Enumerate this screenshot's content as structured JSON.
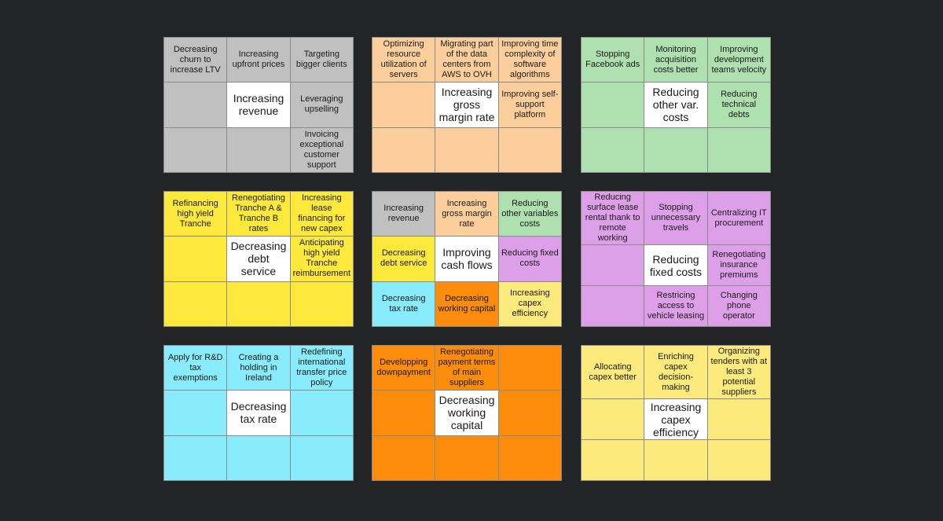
{
  "colors": {
    "background": "#222426",
    "grey": "#c0c0c0",
    "peach": "#fcce9c",
    "green": "#aee0b0",
    "yellow": "#fde83c",
    "violet": "#dda0e8",
    "cyan": "#88ecfc",
    "orange": "#fb8c0c",
    "light_yellow": "#fcea7c",
    "center": "#ffffff"
  },
  "grids": [
    {
      "id": "increasing-revenue",
      "color": "grey",
      "cells": [
        {
          "text": "Decreasing churn to increase LTV",
          "color": "grey"
        },
        {
          "text": "Increasing upfront prices",
          "color": "grey"
        },
        {
          "text": "Targeting bigger clients",
          "color": "grey"
        },
        {
          "text": "",
          "color": "grey"
        },
        {
          "text": "Increasing revenue",
          "color": "center"
        },
        {
          "text": "Leveraging upselling",
          "color": "grey"
        },
        {
          "text": "",
          "color": "grey"
        },
        {
          "text": "",
          "color": "grey"
        },
        {
          "text": "Invoicing exceptional customer support",
          "color": "grey"
        }
      ]
    },
    {
      "id": "increasing-gross-margin-rate",
      "color": "peach",
      "cells": [
        {
          "text": "Optimizing resource utilization of servers",
          "color": "peach"
        },
        {
          "text": "Migrating part of the data centers from AWS to OVH",
          "color": "peach"
        },
        {
          "text": "Improving time complexity of software algorithms",
          "color": "peach"
        },
        {
          "text": "",
          "color": "peach"
        },
        {
          "text": "Increasing gross margin rate",
          "color": "center"
        },
        {
          "text": "Improving self-support platform",
          "color": "peach"
        },
        {
          "text": "",
          "color": "peach"
        },
        {
          "text": "",
          "color": "peach"
        },
        {
          "text": "",
          "color": "peach"
        }
      ]
    },
    {
      "id": "reducing-other-var-costs",
      "color": "green",
      "cells": [
        {
          "text": "Stopping Facebook ads",
          "color": "green"
        },
        {
          "text": "Monitoring acquisition costs better",
          "color": "green"
        },
        {
          "text": "Improving development teams velocity",
          "color": "green"
        },
        {
          "text": "",
          "color": "green"
        },
        {
          "text": "Reducing other var. costs",
          "color": "center"
        },
        {
          "text": "Reducing technical debts",
          "color": "green"
        },
        {
          "text": "",
          "color": "green"
        },
        {
          "text": "",
          "color": "green"
        },
        {
          "text": "",
          "color": "green"
        }
      ]
    },
    {
      "id": "decreasing-debt-service",
      "color": "yellow",
      "cells": [
        {
          "text": "Refinancing high yield Tranche",
          "color": "yellow"
        },
        {
          "text": "Renegotiating Tranche A & Tranche B rates",
          "color": "yellow"
        },
        {
          "text": "Increasing lease financing for new capex",
          "color": "yellow"
        },
        {
          "text": "",
          "color": "yellow"
        },
        {
          "text": "Decreasing debt service",
          "color": "center"
        },
        {
          "text": "Anticipating high yield Tranche reimbursement",
          "color": "yellow"
        },
        {
          "text": "",
          "color": "yellow"
        },
        {
          "text": "",
          "color": "yellow"
        },
        {
          "text": "",
          "color": "yellow"
        }
      ]
    },
    {
      "id": "improving-cash-flows",
      "color": "mixed",
      "cells": [
        {
          "text": "Increasing revenue",
          "color": "grey"
        },
        {
          "text": "Increasing gross margin rate",
          "color": "peach"
        },
        {
          "text": "Reducing other variables costs",
          "color": "green"
        },
        {
          "text": "Decreasing debt service",
          "color": "yellow"
        },
        {
          "text": "Improving cash flows",
          "color": "center"
        },
        {
          "text": "Reducing fixed costs",
          "color": "violet"
        },
        {
          "text": "Decreasing tax rate",
          "color": "cyan"
        },
        {
          "text": "Decreasing working capital",
          "color": "orange"
        },
        {
          "text": "Increasing capex efficiency",
          "color": "light_yellow"
        }
      ]
    },
    {
      "id": "reducing-fixed-costs",
      "color": "violet",
      "cells": [
        {
          "text": "Reducing surface lease rental thank to remote working",
          "color": "violet"
        },
        {
          "text": "Stopping unnecessary travels",
          "color": "violet"
        },
        {
          "text": "Centralizing IT procurement",
          "color": "violet"
        },
        {
          "text": "",
          "color": "violet"
        },
        {
          "text": "Reducing fixed costs",
          "color": "center"
        },
        {
          "text": "Renegotiating insurance premiums",
          "color": "violet"
        },
        {
          "text": "",
          "color": "violet"
        },
        {
          "text": "Restricing access to vehicle leasing",
          "color": "violet"
        },
        {
          "text": "Changing phone operator",
          "color": "violet"
        }
      ]
    },
    {
      "id": "decreasing-tax-rate",
      "color": "cyan",
      "cells": [
        {
          "text": "Apply for R&D tax exemptions",
          "color": "cyan"
        },
        {
          "text": "Creating a holding in Ireland",
          "color": "cyan"
        },
        {
          "text": "Redefining international transfer price policy",
          "color": "cyan"
        },
        {
          "text": "",
          "color": "cyan"
        },
        {
          "text": "Decreasing tax rate",
          "color": "center"
        },
        {
          "text": "",
          "color": "cyan"
        },
        {
          "text": "",
          "color": "cyan"
        },
        {
          "text": "",
          "color": "cyan"
        },
        {
          "text": "",
          "color": "cyan"
        }
      ]
    },
    {
      "id": "decreasing-working-capital",
      "color": "orange",
      "cells": [
        {
          "text": "Developping downpayment",
          "color": "orange"
        },
        {
          "text": "Renegotiating payment terms of main suppliers",
          "color": "orange"
        },
        {
          "text": "",
          "color": "orange"
        },
        {
          "text": "",
          "color": "orange"
        },
        {
          "text": "Decreasing working capital",
          "color": "center"
        },
        {
          "text": "",
          "color": "orange"
        },
        {
          "text": "",
          "color": "orange"
        },
        {
          "text": "",
          "color": "orange"
        },
        {
          "text": "",
          "color": "orange"
        }
      ]
    },
    {
      "id": "increasing-capex-efficiency",
      "color": "light_yellow",
      "cells": [
        {
          "text": "Allocating capex better",
          "color": "light_yellow"
        },
        {
          "text": "Enriching capex decision-making",
          "color": "light_yellow"
        },
        {
          "text": "Organizing tenders with at least 3 potential suppliers",
          "color": "light_yellow"
        },
        {
          "text": "",
          "color": "light_yellow"
        },
        {
          "text": "Increasing capex efficiency",
          "color": "center"
        },
        {
          "text": "",
          "color": "light_yellow"
        },
        {
          "text": "",
          "color": "light_yellow"
        },
        {
          "text": "",
          "color": "light_yellow"
        },
        {
          "text": "",
          "color": "light_yellow"
        }
      ]
    }
  ]
}
